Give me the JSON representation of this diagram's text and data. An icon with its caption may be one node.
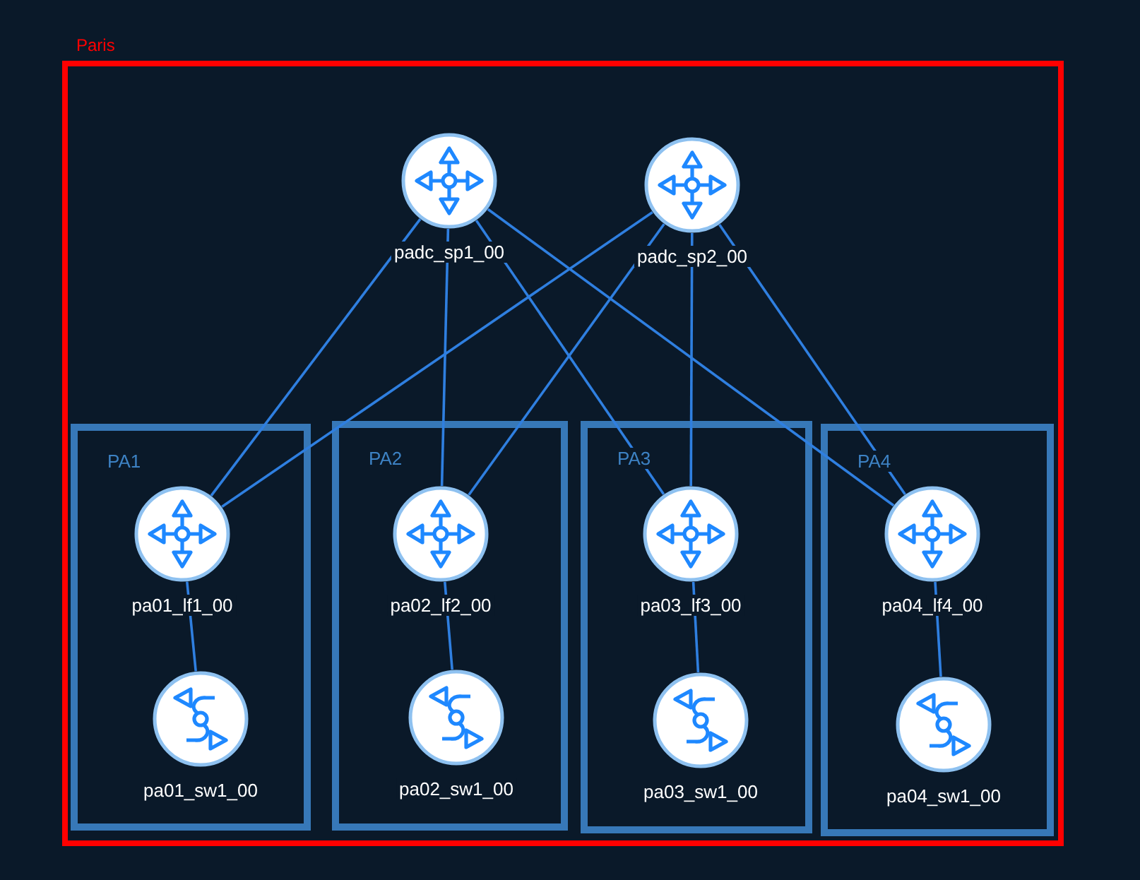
{
  "diagram": {
    "nodes": [
      {
        "text": [
          "Paris"
        ]
      },
      {
        "text": [
          "padc_sp1_00"
        ],
        "in": 0
      },
      {
        "text": [
          "padc_sp2_00"
        ],
        "in": 0
      },
      {
        "text": [
          "PA1"
        ],
        "in": 0
      },
      {
        "text": [
          "pa01_lf1_00"
        ],
        "in": 3
      },
      {
        "text": [
          "pa01_sw1_00"
        ],
        "in": 3
      },
      {
        "text": [
          "PA2"
        ],
        "in": 0
      },
      {
        "text": [
          "pa02_lf2_00"
        ],
        "in": 6
      },
      {
        "text": [
          "pa02_sw1_00"
        ],
        "in": 6
      },
      {
        "text": [
          "PA3"
        ],
        "in": 0
      },
      {
        "text": [
          "pa03_lf3_00"
        ],
        "in": 9
      },
      {
        "text": [
          "pa03_sw1_00"
        ],
        "in": 9
      },
      {
        "text": [
          "PA4"
        ],
        "in": 0
      },
      {
        "text": [
          "pa04_lf4_00"
        ],
        "in": 12
      },
      {
        "text": [
          "pa04_sw1_00"
        ],
        "in": 12
      }
    ],
    "edges": [
      {
        "from": 1,
        "to": 4,
        "arrow": "none"
      },
      {
        "from": 1,
        "to": 7,
        "arrow": "none"
      },
      {
        "from": 1,
        "to": 10,
        "arrow": "none"
      },
      {
        "from": 1,
        "to": 13,
        "arrow": "none"
      },
      {
        "from": 2,
        "to": 4,
        "arrow": "none"
      },
      {
        "from": 2,
        "to": 7,
        "arrow": "none"
      },
      {
        "from": 2,
        "to": 10,
        "arrow": "none"
      },
      {
        "from": 2,
        "to": 13,
        "arrow": "none"
      },
      {
        "from": 4,
        "to": 5,
        "arrow": "none"
      },
      {
        "from": 7,
        "to": 8,
        "arrow": "none"
      },
      {
        "from": 10,
        "to": 11,
        "arrow": "none"
      },
      {
        "from": 13,
        "to": 14,
        "arrow": "none"
      }
    ]
  }
}
